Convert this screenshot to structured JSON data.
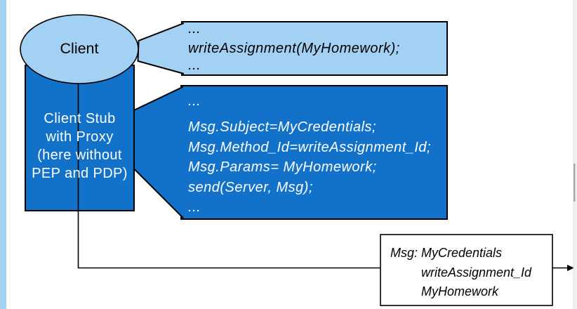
{
  "colors": {
    "light_blue": "#A3D1F3",
    "dark_blue": "#1272CA",
    "outline": "#000000",
    "scrollbar_track": "#F1F1F1",
    "scrollbar_thumb": "#A9A9A9",
    "msg_box_fill": "#FFFFFF"
  },
  "client": {
    "label": "Client"
  },
  "client_stub": {
    "lines": [
      "Client Stub",
      "with Proxy",
      "(here without",
      "PEP and PDP)"
    ]
  },
  "callout_client_code": {
    "lines": [
      "...",
      "writeAssignment(MyHomework);",
      "..."
    ]
  },
  "callout_stub_code": {
    "lines": [
      "...",
      "Msg.Subject=MyCredentials;",
      "Msg.Method_Id=writeAssignment_Id;",
      "Msg.Params= MyHomework;",
      "send(Server, Msg);",
      "..."
    ]
  },
  "message_box": {
    "label": "Msg:",
    "values": [
      "MyCredentials",
      "writeAssignment_Id",
      "MyHomework"
    ]
  }
}
